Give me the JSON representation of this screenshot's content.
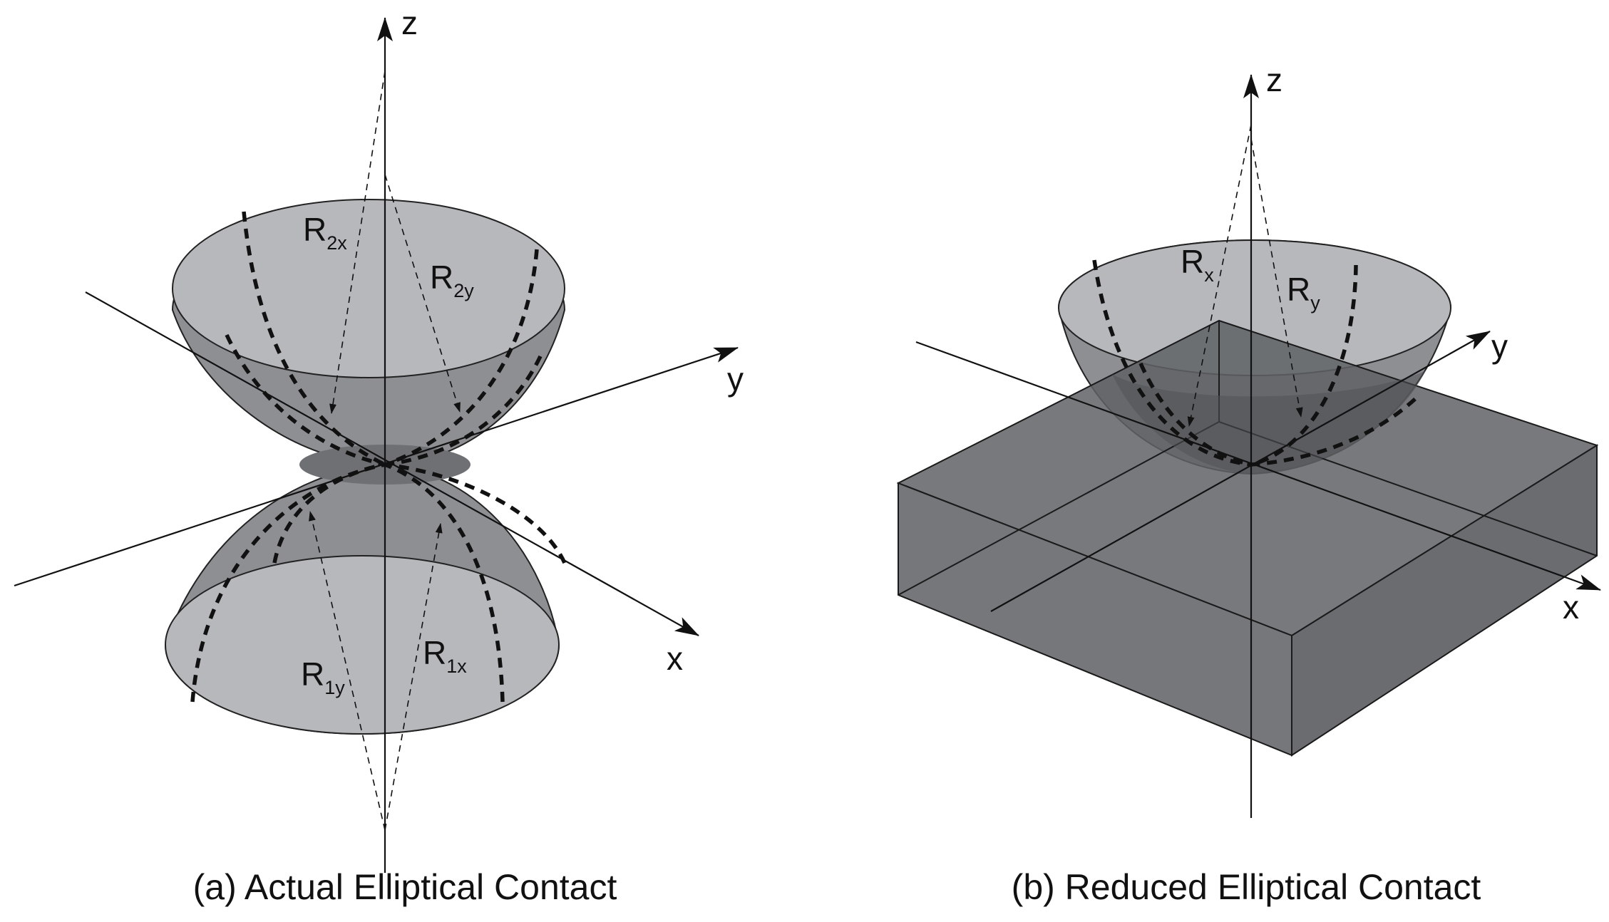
{
  "panel_a": {
    "caption": "(a) Actual Elliptical Contact",
    "axes": {
      "z": "z",
      "y": "y",
      "x": "x"
    },
    "radii": [
      {
        "main": "R",
        "sub": "2x"
      },
      {
        "main": "R",
        "sub": "2y"
      },
      {
        "main": "R",
        "sub": "1y"
      },
      {
        "main": "R",
        "sub": "1x"
      }
    ]
  },
  "panel_b": {
    "caption": "(b) Reduced Elliptical Contact",
    "axes": {
      "z": "z",
      "y": "y",
      "x": "x"
    },
    "radii": [
      {
        "main": "R",
        "sub": "x"
      },
      {
        "main": "R",
        "sub": "y"
      }
    ]
  },
  "colors": {
    "dome_outer": "#8d8f93",
    "dome_face": "#b7b8bc",
    "overlap": "#6e7073",
    "box": "#75777b",
    "lines": "#111111"
  }
}
